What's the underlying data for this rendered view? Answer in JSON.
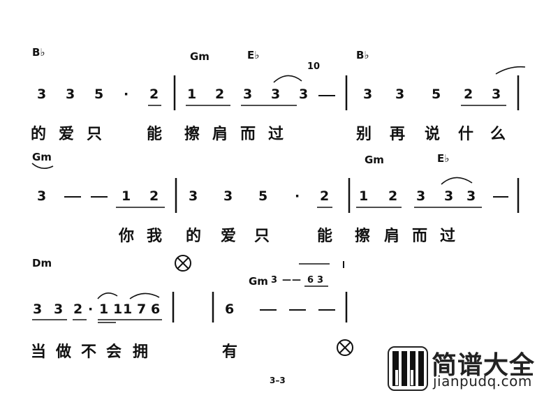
{
  "rows": [
    {
      "chords": [
        "B♭",
        "Gm",
        "E♭",
        "B♭"
      ],
      "mark": "10",
      "notes": [
        "3",
        "3",
        "5",
        "·",
        "2",
        "1",
        "2",
        "3",
        "3",
        "3",
        "—",
        "3",
        "3",
        "5",
        "2",
        "3"
      ],
      "lyrics": [
        "的",
        "爱",
        "只",
        "能",
        "擦",
        "肩",
        "而",
        "过",
        "别",
        "再",
        "说",
        "什",
        "么"
      ]
    },
    {
      "chords": [
        "Gm",
        "Gm",
        "E♭"
      ],
      "notes": [
        "3",
        "—",
        "—",
        "1",
        "2",
        "3",
        "3",
        "5",
        "·",
        "2",
        "1",
        "2",
        "3",
        "3",
        "3",
        "—"
      ],
      "lyrics": [
        "你",
        "我",
        "的",
        "爱",
        "只",
        "能",
        "擦",
        "肩",
        "而",
        "过"
      ]
    },
    {
      "chords": [
        "Dm",
        "Gm"
      ],
      "notes": [
        "3",
        "3",
        "2",
        "·",
        "1",
        "1",
        "1",
        "7",
        "6",
        "6",
        "—",
        "—",
        "—"
      ],
      "alt": [
        "3",
        "—",
        "—",
        "6",
        "3"
      ],
      "lyrics": [
        "当",
        "做",
        "不",
        "会",
        "拥",
        "有"
      ]
    }
  ],
  "page_number": "3–3",
  "watermark": {
    "brand": "简谱大全",
    "url": "jianpudq.com"
  }
}
